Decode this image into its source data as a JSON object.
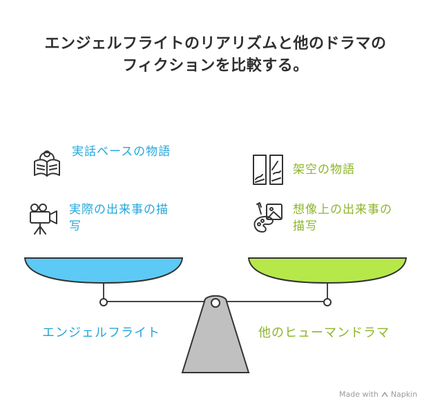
{
  "title": {
    "line1": "エンジェルフライトのリアリズムと他のドラマの",
    "line2": "フィクションを比較する。"
  },
  "left": {
    "label": "エンジェルフライト",
    "items": [
      {
        "text": "実話ベースの物語",
        "icon": "open-book-icon"
      },
      {
        "text": "実際の出来事の描写",
        "icon": "video-camera-icon"
      }
    ]
  },
  "right": {
    "label": "他のヒューマンドラマ",
    "items": [
      {
        "text": "架空の物語",
        "icon": "story-panels-icon"
      },
      {
        "text": "想像上の出来事の描写",
        "icon": "imagination-palette-icon"
      }
    ]
  },
  "colors": {
    "left_accent": "#26a7d9",
    "left_pan": "#5ccaf5",
    "right_accent": "#8db52a",
    "right_pan": "#b6e84a",
    "base": "#c0c0c0"
  },
  "watermark": {
    "prefix": "Made with",
    "brand": "Napkin"
  }
}
